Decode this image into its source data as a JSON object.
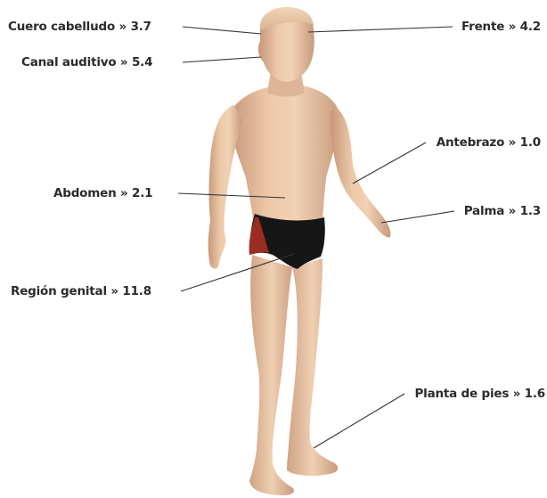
{
  "labels": [
    {
      "id": "cuero-cabelludo",
      "text": "Cuero cabelludo » 3.7",
      "region": "Cuero cabelludo",
      "value": 3.7
    },
    {
      "id": "canal-auditivo",
      "text": "Canal auditivo » 5.4",
      "region": "Canal auditivo",
      "value": 5.4
    },
    {
      "id": "abdomen",
      "text": "Abdomen » 2.1",
      "region": "Abdomen",
      "value": 2.1
    },
    {
      "id": "region-genital",
      "text": "Región genital » 11.8",
      "region": "Región genital",
      "value": 11.8
    },
    {
      "id": "frente",
      "text": "Frente » 4.2",
      "region": "Frente",
      "value": 4.2
    },
    {
      "id": "antebrazo",
      "text": "Antebrazo » 1.0",
      "region": "Antebrazo",
      "value": 1.0
    },
    {
      "id": "palma",
      "text": "Palma » 1.3",
      "region": "Palma",
      "value": 1.3
    },
    {
      "id": "planta-de-pies",
      "text": "Planta de pies » 1.6",
      "region": "Planta de pies",
      "value": 1.6
    }
  ],
  "colors": {
    "text": "#2b2b2b",
    "leader": "#333333",
    "skin": "#e8c2a0",
    "underwear": "#161616",
    "highlight": "#b33024"
  }
}
